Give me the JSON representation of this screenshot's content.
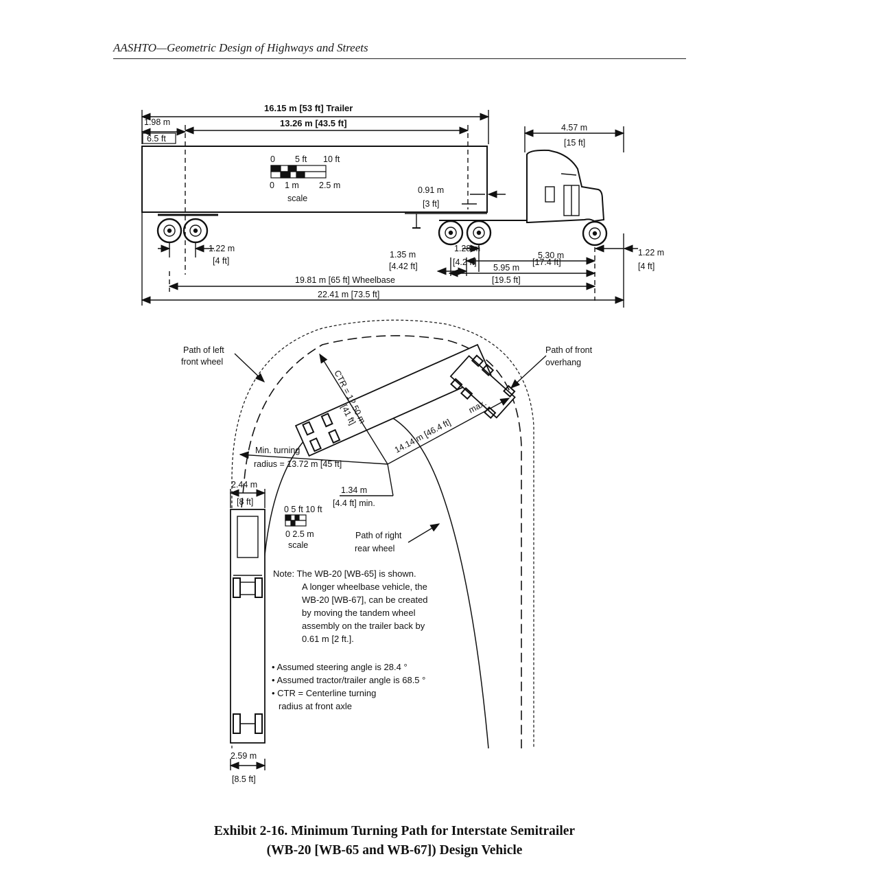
{
  "header": {
    "text": "AASHTO—Geometric Design of Highways and Streets"
  },
  "caption": {
    "line1": "Exhibit 2-16.  Minimum Turning Path for Interstate Semitrailer",
    "line2": "(WB-20 [WB-65 and WB-67]) Design Vehicle"
  },
  "side_view": {
    "trailer_length": "16.15 m [53 ft] Trailer",
    "kingpin_to_axle": "13.26  m [43.5 ft]",
    "rear_overhang_m": "1.98 m",
    "rear_overhang_ft": "6.5 ft",
    "front_overhang_m": "4.57 m",
    "front_overhang_ft": "[15 ft]",
    "kingpin_offset_m": "0.91 m",
    "kingpin_offset_ft": "[3 ft]",
    "scale_ft": [
      "0",
      "5 ft",
      "10 ft"
    ],
    "scale_m": [
      "0",
      "1 m",
      "2.5 m"
    ],
    "scale_label": "scale",
    "rear_tandem_m": "1.22 m",
    "rear_tandem_ft": "[4 ft]",
    "trailer_tandem_m": "1.35 m",
    "trailer_tandem_ft": "[4.42 ft]",
    "tractor_tandem_m": "1.28 m",
    "tractor_tandem_ft": "[4.2 ft]",
    "tractor_wheelbase_m": "5.30 m",
    "tractor_wheelbase_ft": "[17.4 ft]",
    "tractor_overall_m": "5.95 m",
    "tractor_overall_ft": "[19.5 ft]",
    "front_overhang2_m": "1.22 m",
    "front_overhang2_ft": "[4 ft]",
    "wheelbase": "19.81 m [65 ft] Wheelbase",
    "overall_length": "22.41 m [73.5 ft]"
  },
  "plan_view": {
    "left_front_path": [
      "Path of left",
      "front wheel"
    ],
    "front_overhang_path": [
      "Path of front",
      "overhang"
    ],
    "ctr": "CTR = 12.50 m",
    "ctr_ft": "[41 ft]",
    "diag_dim": "14.14 m [46.4 ft]",
    "diag_max": "max.",
    "min_turning": [
      "Min. turning",
      "radius = 13.72 m [45 ft]"
    ],
    "width_top_m": "2.44 m",
    "width_top_ft": "[8 ft]",
    "offset_m": "1.34 m",
    "offset_ft": "[4.4 ft] min.",
    "scale_ft": "0 5 ft 10 ft",
    "scale_m": "0   2.5 m",
    "scale_label": "scale",
    "right_rear_path": [
      "Path of right",
      "rear wheel"
    ],
    "note_lines": [
      "Note: The WB-20 [WB-65] is shown.",
      "A longer wheelbase vehicle, the",
      "WB-20 [WB-67], can be created",
      "by moving the tandem wheel",
      "assembly on the trailer back by",
      "0.61 m [2 ft.]."
    ],
    "bullets": [
      "• Assumed steering angle is 28.4 °",
      "• Assumed tractor/trailer angle is 68.5 °",
      "• CTR = Centerline turning",
      "radius at front axle"
    ],
    "width_bottom_m": "2.59 m",
    "width_bottom_ft": "[8.5 ft]"
  }
}
